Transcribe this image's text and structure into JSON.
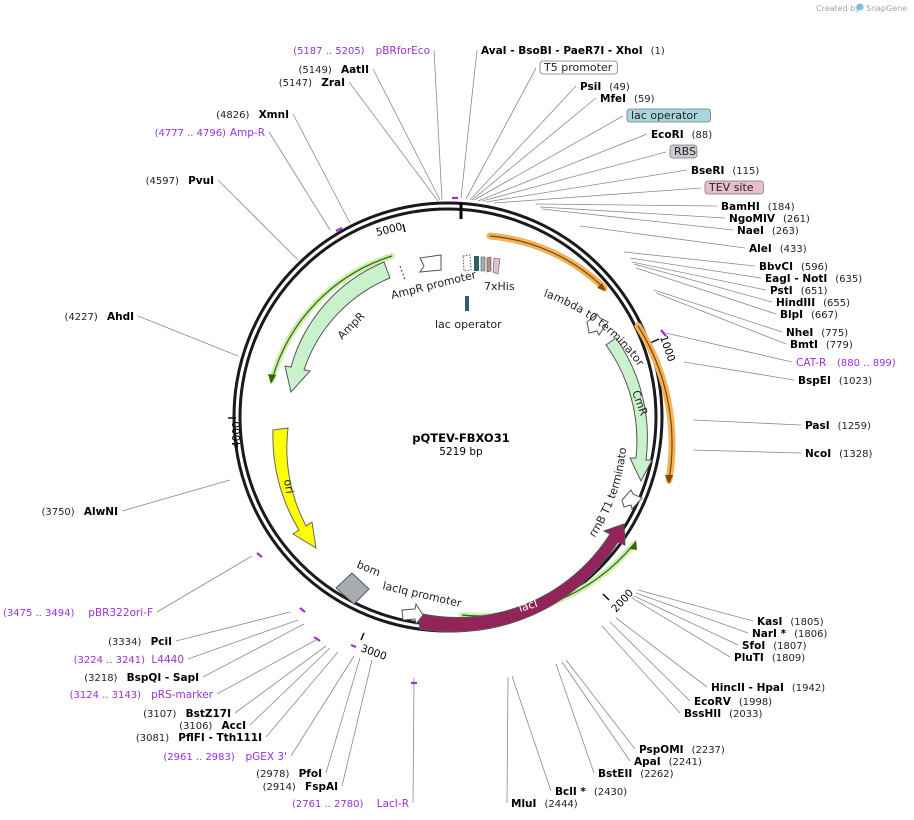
{
  "credit": {
    "prefix": "Created by",
    "brand": "SnapGene"
  },
  "plasmid": {
    "name": "pQTEV-FBXO31",
    "size": "5219 bp"
  },
  "ticks": [
    "1000",
    "2000",
    "3000",
    "4000",
    "5000"
  ],
  "features": {
    "lambda": "lambda t0 terminator",
    "cmr": "CmR",
    "rrnb": "rrnB T1 terminator",
    "laci": "lacI",
    "laciq": "lacIq promoter",
    "bom": "bom",
    "ori": "ori",
    "ampr": "AmpR",
    "amprprom": "AmpR promoter",
    "lacop": "lac operator",
    "his": "7xHis"
  },
  "right_sites": [
    {
      "name": "AvaI",
      "sep": "-",
      "name2": "BsoBI",
      "sep2": "-",
      "name3": "PaeR7I",
      "sep3": "-",
      "name4": "XhoI",
      "pos": "(1)"
    },
    {
      "boxed": "T5 promoter",
      "box": "white"
    },
    {
      "name": "PsiI",
      "pos": "(49)"
    },
    {
      "name": "MfeI",
      "pos": "(59)"
    },
    {
      "boxed": "lac operator",
      "box": "teal"
    },
    {
      "name": "EcoRI",
      "pos": "(88)"
    },
    {
      "boxed": "RBS",
      "box": "gray"
    },
    {
      "name": "BseRI",
      "pos": "(115)"
    },
    {
      "boxed": "TEV site",
      "box": "pink"
    },
    {
      "name": "BamHI",
      "pos": "(184)"
    },
    {
      "name": "NgoMIV",
      "pos": "(261)"
    },
    {
      "name": "NaeI",
      "pos": "(263)"
    },
    {
      "name": "AleI",
      "pos": "(433)"
    },
    {
      "name": "BbvCI",
      "pos": "(596)"
    },
    {
      "name": "EagI",
      "sep": "-",
      "name2": "NotI",
      "pos": "(635)"
    },
    {
      "name": "PstI",
      "pos": "(651)"
    },
    {
      "name": "HindIII",
      "pos": "(655)"
    },
    {
      "name": "BlpI",
      "pos": "(667)"
    },
    {
      "name": "NheI",
      "pos": "(775)"
    },
    {
      "name": "BmtI",
      "pos": "(779)"
    },
    {
      "primer": "CAT-R",
      "range": "(880 .. 899)"
    },
    {
      "name": "BspEI",
      "pos": "(1023)"
    },
    {
      "name": "PasI",
      "pos": "(1259)"
    },
    {
      "name": "NcoI",
      "pos": "(1328)"
    },
    {
      "name": "KasI",
      "pos": "(1805)"
    },
    {
      "name": "NarI *",
      "pos": "(1806)"
    },
    {
      "name": "SfoI",
      "pos": "(1807)"
    },
    {
      "name": "PluTI",
      "pos": "(1809)"
    },
    {
      "name": "HincII",
      "sep": "-",
      "name2": "HpaI",
      "pos": "(1942)"
    },
    {
      "name": "EcoRV",
      "pos": "(1998)"
    },
    {
      "name": "BssHII",
      "pos": "(2033)"
    },
    {
      "name": "PspOMI",
      "pos": "(2237)"
    },
    {
      "name": "ApaI",
      "pos": "(2241)"
    },
    {
      "name": "BstEII",
      "pos": "(2262)"
    },
    {
      "name": "BclI *",
      "pos": "(2430)"
    },
    {
      "name": "MluI",
      "pos": "(2444)"
    }
  ],
  "left_sites": [
    {
      "primer": "pBRforEco",
      "range": "(5187 .. 5205)"
    },
    {
      "name": "AatII",
      "pos": "(5149)"
    },
    {
      "name": "ZraI",
      "pos": "(5147)"
    },
    {
      "name": "XmnI",
      "pos": "(4826)"
    },
    {
      "primer": "Amp-R",
      "range": "(4777 .. 4796)"
    },
    {
      "name": "PvuI",
      "pos": "(4597)"
    },
    {
      "name": "AhdI",
      "pos": "(4227)"
    },
    {
      "name": "AlwNI",
      "pos": "(3750)"
    },
    {
      "primer": "pBR322ori-F",
      "range": "(3475 .. 3494)"
    },
    {
      "name": "PciI",
      "pos": "(3334)"
    },
    {
      "primer": "L4440",
      "range": "(3224 .. 3241)"
    },
    {
      "name": "BspQI",
      "sep": "-",
      "name2": "SapI",
      "pos": "(3218)"
    },
    {
      "primer": "pRS-marker",
      "range": "(3124 .. 3143)"
    },
    {
      "name": "BstZ17I",
      "pos": "(3107)"
    },
    {
      "name": "AccI",
      "pos": "(3106)"
    },
    {
      "name": "PflFI",
      "sep": "-",
      "name2": "Tth111I",
      "pos": "(3081)"
    },
    {
      "primer": "pGEX 3'",
      "range": "(2961 .. 2983)"
    },
    {
      "name": "PfoI",
      "pos": "(2978)"
    },
    {
      "name": "FspAI",
      "pos": "(2914)"
    },
    {
      "primer": "LacI-R",
      "range": "(2761 .. 2780)"
    }
  ],
  "colors": {
    "ring": "#1a1a1a",
    "orf_orange": "#f2b15a",
    "green_light": "#c9f2cc",
    "laci": "#93245a",
    "ori": "#ffff00",
    "primer": "#9b30d9",
    "teal_box": "#a8d6df",
    "gray_box": "#c9ccd1",
    "pink_box": "#e7bfcd"
  }
}
